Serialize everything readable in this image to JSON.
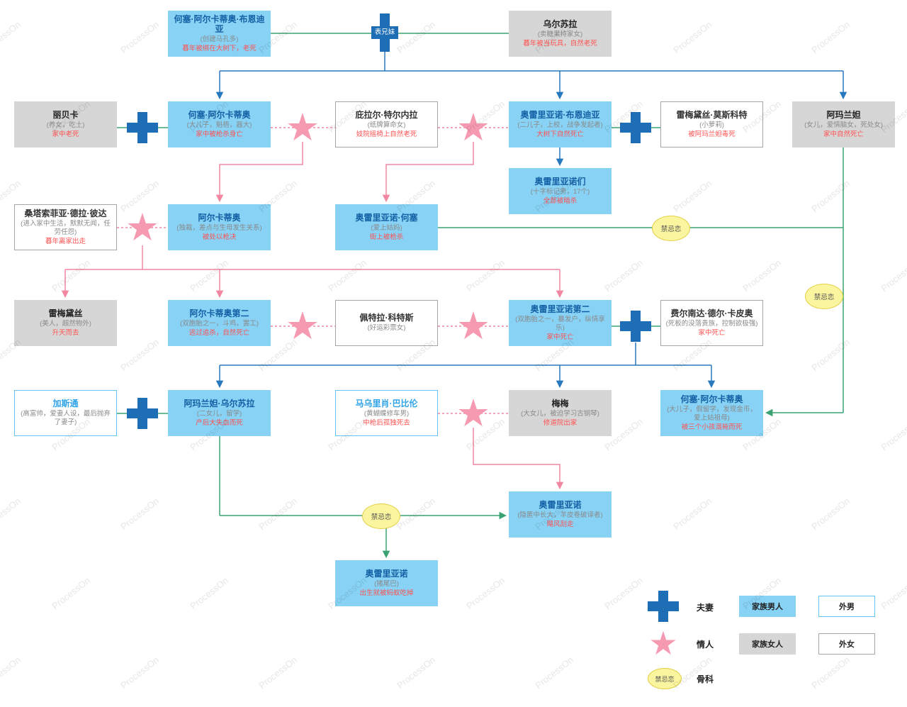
{
  "watermark": "ProcessOn",
  "relation_labels": {
    "cousins": "表兄妹",
    "incest": "禁忌恋"
  },
  "legend": {
    "spouse": "夫妻",
    "lover": "情人",
    "incest": "骨科",
    "family_male": "家族男人",
    "family_female": "家族女人",
    "outside_male": "外男",
    "outside_female": "外女"
  },
  "colors": {
    "family_male_box": "#87D2F5",
    "family_female_box": "#D6D6D6",
    "outside_male_border": "#62C4F0",
    "outside_female_border": "#A6A6A6",
    "spouse_cross": "#1E6EB5",
    "lover_star": "#F59AB1",
    "incest_cloud": "#FBF5A0",
    "marriage_line": "#3BA272",
    "descent_line": "#2878BE",
    "lover_line": "#F287A2",
    "death_text": "#FF5151"
  },
  "nodes": {
    "jose_arcadio_buendia": {
      "title": "何塞·阿尔卡蒂奥·布恩迪亚",
      "sub": "(创建马孔多)",
      "fate": "暮年被绑在大树下，老死"
    },
    "ursula": {
      "title": "乌尔苏拉",
      "sub": "(卖糖果持家女)",
      "fate": "暮年被当玩具，自然老死"
    },
    "rebeca": {
      "title": "丽贝卡",
      "sub": "(养女，吃土)",
      "fate": "家中老死"
    },
    "jose_arcadio": {
      "title": "何塞·阿尔卡蒂奥",
      "sub": "(大儿子，魁梧，器大)",
      "fate": "家中被枪杀身亡"
    },
    "pilar_ternera": {
      "title": "庇拉尔·特尔内拉",
      "sub": "(纸牌算命女)",
      "fate": "妓院摇椅上自然老死"
    },
    "aureliano_buendia": {
      "title": "奥雷里亚诺·布恩迪亚",
      "sub": "(二儿子，上校，战争发起者)",
      "fate": "大树下自然死亡"
    },
    "remedios_moscote": {
      "title": "雷梅黛丝·莫斯科特",
      "sub": "(小萝莉)",
      "fate": "被阿玛兰妲毒死"
    },
    "amaranta": {
      "title": "阿玛兰妲",
      "sub": "(女儿，爱情脑女，死处女)",
      "fate": "家中自然死亡"
    },
    "aurelianos": {
      "title": "奥雷里亚诺们",
      "sub": "(十字标记男，17个)",
      "fate": "全部被暗杀"
    },
    "santa_sofia": {
      "title": "桑塔索菲亚·德拉·彼达",
      "sub": "(进入家中生活，默默无闻，任劳任怨)",
      "fate": "暮年离家出走"
    },
    "arcadio": {
      "title": "阿尔卡蒂奥",
      "sub": "(独裁，差点与生母发生关系)",
      "fate": "被处以枪决"
    },
    "aureliano_jose": {
      "title": "奥雷里亚诺·何塞",
      "sub": "(爱上姑妈)",
      "fate": "街上被枪杀"
    },
    "remedios": {
      "title": "雷梅黛丝",
      "sub": "(美人，超然物外)",
      "fate": "升天而去"
    },
    "arcadio_ii": {
      "title": "阿尔卡蒂奥第二",
      "sub": "(双胞胎之一，斗鸡，罢工)",
      "fate": "逃过追杀，自然死亡"
    },
    "petra_cotes": {
      "title": "佩特拉·科特斯",
      "sub": "(好运彩票女)",
      "fate": ""
    },
    "aureliano_ii": {
      "title": "奥雷里亚诺第二",
      "sub": "(双胞胎之一，暴发户，纵情享乐)",
      "fate": "家中死亡"
    },
    "fernanda": {
      "title": "费尔南达·德尔·卡皮奥",
      "sub": "(死板的没落贵族，控制欲极强)",
      "fate": "家中死亡"
    },
    "gaston": {
      "title": "加斯通",
      "sub": "(高富帅，爱妻人设，最后抛弃了妻子)",
      "fate": ""
    },
    "amaranta_ursula": {
      "title": "阿玛兰妲·乌尔苏拉",
      "sub": "(二女儿，留学)",
      "fate": "产后大失血而死"
    },
    "mauricio_babilonia": {
      "title": "马乌里肖·巴比伦",
      "sub": "(黄蝴蝶修车男)",
      "fate": "中枪后孤独死去"
    },
    "meme": {
      "title": "梅梅",
      "sub": "(大女儿，被迫学习古钢琴)",
      "fate": "修道院出家"
    },
    "jose_arcadio_iii": {
      "title": "何塞·阿尔卡蒂奥",
      "sub": "(大儿子，假留学，发现金币，爱上姑祖母)",
      "fate": "被三个小孩溺毙而死"
    },
    "aureliano_babilonia": {
      "title": "奥雷里亚诺",
      "sub": "(隐匿中长大，羊皮卷破译者)",
      "fate": "飓风刮走"
    },
    "aureliano_pigtail": {
      "title": "奥雷里亚诺",
      "sub": "(猪尾巴)",
      "fate": "出生就被蚂蚁吃掉"
    }
  }
}
